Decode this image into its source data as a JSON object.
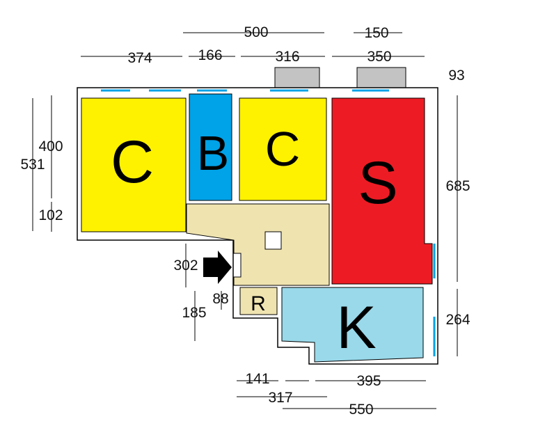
{
  "rooms": {
    "c1": {
      "label": "C",
      "color": "#FFF200"
    },
    "b": {
      "label": "B",
      "color": "#00A2E8"
    },
    "c2": {
      "label": "C",
      "color": "#FFF200"
    },
    "s": {
      "label": "S",
      "color": "#ED1C24"
    },
    "k": {
      "label": "K",
      "color": "#99D9EA"
    },
    "r": {
      "label": "R",
      "color": "#EFE4B0"
    },
    "hall": {
      "color": "#EFE4B0"
    }
  },
  "dimensions": {
    "top_500": "500",
    "top_150": "150",
    "top_374": "374",
    "top_166": "166",
    "top_316": "316",
    "top_350": "350",
    "right_93": "93",
    "left_400": "400",
    "left_531": "531",
    "left_102": "102",
    "right_685": "685",
    "entry_302": "302",
    "entry_88": "88",
    "left_185": "185",
    "right_264": "264",
    "bottom_141": "141",
    "bottom_395": "395",
    "bottom_317": "317",
    "bottom_550": "550"
  },
  "colors": {
    "balcony": "#C3C3C3",
    "window": "#00A2E8",
    "wall": "#000000"
  }
}
